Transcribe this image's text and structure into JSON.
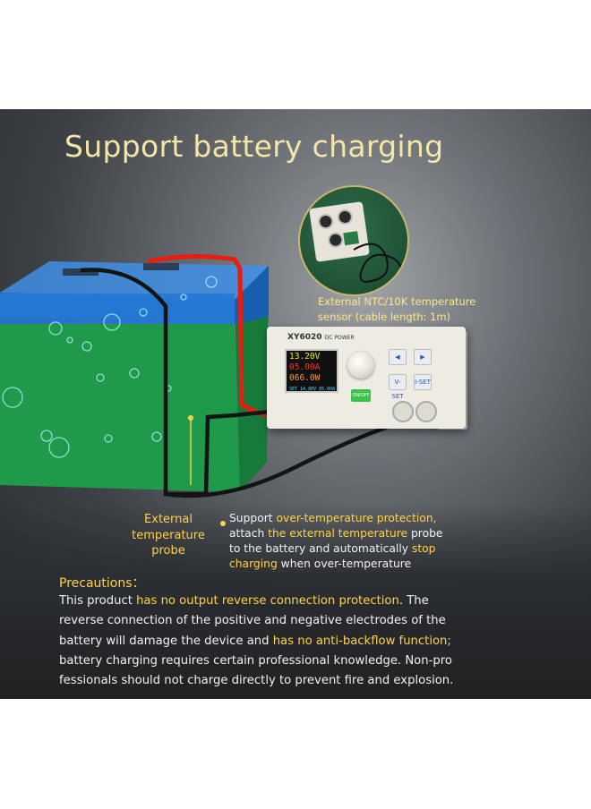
{
  "title": "Support battery charging",
  "sensor_caption": [
    "External NTC/10K temperature",
    "sensor (cable length: 1m)"
  ],
  "device": {
    "brand": "XY6020",
    "brand_sub": "DC POWER",
    "voltage": "13.20V",
    "current": "05.00A",
    "power": "066.0W",
    "set_line": "SET 14.80V 05.00A",
    "btn_v_set": "V-SET",
    "btn_i_set": "I-SET",
    "btn_onoff": "ON/OFF"
  },
  "probe_label": [
    "External",
    "temperature",
    "probe"
  ],
  "support_note": {
    "line1_plain": "Support ",
    "line1_hl": "over-temperature protection,",
    "line2_plain_a": "attach ",
    "line2_hl": "the external temperature",
    "line2_plain_b": " probe",
    "line3_plain": "to the battery and automatically ",
    "line3_hl": "stop",
    "line4_hl": "charging",
    "line4_plain": " when over-temperature"
  },
  "precautions": {
    "heading": "Precautions：",
    "l1_a": "This product ",
    "l1_hl": "has no output reverse connection protection",
    "l1_b": ". The",
    "l2": "reverse connection of the positive and negative electrodes of the",
    "l3_a": "battery will damage the device and ",
    "l3_hl": "has no anti-backflow function;",
    "l4": "battery charging requires certain professional knowledge. Non-pro",
    "l5": "fessionals should not charge directly to prevent fire and explosion."
  },
  "colors": {
    "accent_yellow": "#ffd24a",
    "title_cream": "#f3e6a6",
    "battery_blue": "#1f6fc9",
    "battery_green": "#1e9a4a",
    "wire_red": "#e81d12",
    "wire_black": "#141414"
  }
}
